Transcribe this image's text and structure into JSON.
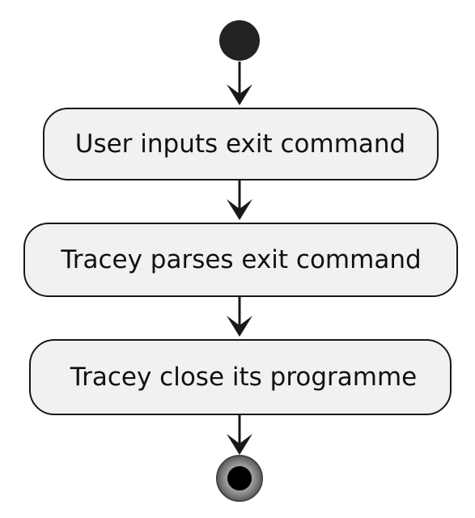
{
  "diagram": {
    "type": "activity",
    "activities": [
      {
        "label": "User inputs exit command"
      },
      {
        "label": "Tracey parses exit command"
      },
      {
        "label": "Tracey close its programme"
      }
    ],
    "colors": {
      "activity_fill": "#f1f1f1",
      "activity_border": "#181818",
      "start_node": "#222222",
      "end_node_ring": "#777777",
      "end_node_core": "#000000",
      "arrow": "#181818",
      "text": "#111111"
    }
  }
}
